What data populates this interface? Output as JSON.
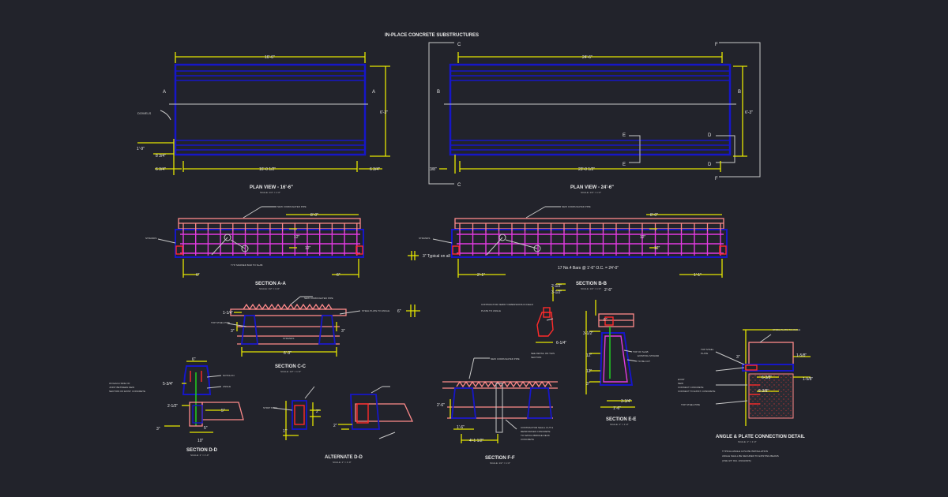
{
  "sheet_title": "IN-PLACE CONCRETE SUBSTRUCTURES",
  "plan_left": {
    "title": "PLAN VIEW - 16'-6\"",
    "scale": "SCALE: 1/4\" = 1'-0\"",
    "dims": [
      "16'-6\"",
      "6'-3\"",
      "1'-9\"",
      "8 3/4\"",
      "6 3/4\"",
      "16'-0 1/2\"",
      "6 3/4\""
    ],
    "cut_a": "A",
    "note": "DOWELS"
  },
  "plan_right": {
    "title": "PLAN VIEW - 24'-6\"",
    "scale": "SCALE: 1/4\" = 1'-0\"",
    "dims": [
      "24'-6\"",
      "6'-3\"",
      "23'-0 1/2\"",
      "3/8\""
    ],
    "cut_b": "B",
    "cut_c": "C",
    "cut_d": "D",
    "cut_e": "E",
    "cut_f": "F"
  },
  "section_a": {
    "title": "SECTION A-A",
    "scale": "SCALE: 1/2\" = 1'-0\"",
    "dims": [
      "8'-0\"",
      "12\"",
      "12\"",
      "6\"",
      "6\""
    ],
    "note_top": "NEW CORRUGATED PIPE",
    "note_left": "STRANDS",
    "note_bottom": "TYP. MARKED BAR TO SLAB"
  },
  "section_b": {
    "title": "SECTION B-B",
    "scale": "SCALE: 1/2\" = 1'-0\"",
    "dims": [
      "8'-0\"",
      "12\"",
      "12\"",
      "2'-1\"",
      "1'-1\""
    ],
    "note_top": "NEW CORRUGATED PIPE",
    "note_left": "STRANDS",
    "typical": "3\" Typical on all",
    "spacing": "17 No.4 Bars @ 1'-6\" O.C. = 24'-0\""
  },
  "section_c": {
    "title": "SECTION C-C",
    "scale": "SCALE: 1/2\" = 1'-0\"",
    "dims": [
      "1-1/4\"",
      "3\"",
      "3\"",
      "6'-3\""
    ],
    "note_top": "NEW CORRUGATED PIPE",
    "note_right": "STEEL PLATE TO ANGLE",
    "note_left": "TOP STEEL PIPE",
    "note_mid": "STRANDS",
    "dim_right": "6\"",
    "note_far": "CONTRACTOR VERIFY DIMENSIONS IN FIELD"
  },
  "section_d": {
    "title": "SECTION D-D",
    "scale": "SCALE: 1\" = 1'-0\"",
    "dims": [
      "6\"",
      "5-3/4\"",
      "2-1/2\"",
      "5\"",
      "5\"",
      "10\"",
      "3\""
    ],
    "notes_left": [
      "ON EACH SIDE OF",
      "JOINT BETWEEN NEW",
      "SECTION OF EXIST. CONCRETE"
    ],
    "notes_right": [
      "NOTCH IN",
      "ANGLE"
    ]
  },
  "alternate_d": {
    "title": "ALTERNATE D-D",
    "scale": "SCALE: 1\" = 1'-0\"",
    "note": "STRIP STEEL",
    "dims": [
      "1'\"",
      "2\"",
      "2\""
    ]
  },
  "detail_small": {
    "dims": [
      "2-1/2\"",
      "3-1/2\"",
      "6-1/4\""
    ],
    "notes": [
      "PLATE TO ANGLE",
      "SEE DETAIL ON THIS",
      "SECTION"
    ]
  },
  "section_e": {
    "title": "SECTION E-E",
    "scale": "SCALE: 1\" = 1'-0\"",
    "dims": [
      "2'-6\"",
      "6\"",
      "3-1/2\"",
      "12\"",
      "12\"",
      "3\"",
      "3-3/4\"",
      "1'-6\""
    ],
    "notes": [
      "TOP OF SLAB",
      "EXISTING STRAND",
      "TO BE CUT"
    ]
  },
  "section_f": {
    "title": "SECTION F-F",
    "scale": "SCALE: 1/2\" = 1'-0\"",
    "dims": [
      "2'-6\"",
      "1'-6\"",
      "4'-1 1/2\""
    ],
    "note_top": "NEW CORRUGATED PIPE",
    "notes_right": [
      "CONTRACTOR SHALL CUT &",
      "REINFORCED CONCRETE",
      "TO MATCH BRIDGE DECK",
      "CONCRETE"
    ]
  },
  "angle_plate": {
    "title": "ANGLE & PLATE CONNECTION DETAIL",
    "scale": "SCALE: 1\" = 1'-0\"",
    "notes_top": [
      "STEEL PLATE TO ANGLE"
    ],
    "notes_left": [
      "TOP STEEL",
      "PLATE",
      "EXIST",
      "NEW",
      "CONNECT CONCRETE",
      "CONNECT TO EXIST. CONCRETE",
      "TOP STEEL PIPE"
    ],
    "dims": [
      "1-5/8\"",
      "1-5/8\"",
      "6-3/8\"",
      "6-3/8\"",
      "3\""
    ],
    "notes_bottom": [
      "TYPICAL ANGLE & PLATE INSTALLATION",
      "ANGLE SHALL BE SECURED TO EXISTING BEAMS",
      "(USE 3/4\" DIA. ANCHORS)"
    ]
  }
}
